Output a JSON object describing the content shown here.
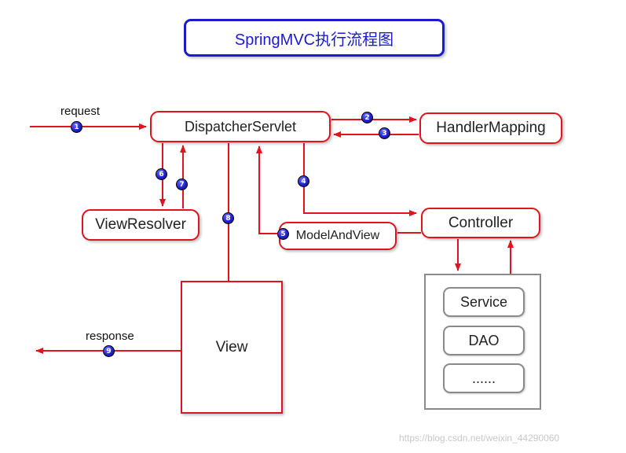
{
  "title": "SpringMVC执行流程图",
  "nodes": {
    "dispatcher": "DispatcherServlet",
    "handler_mapping": "HandlerMapping",
    "view_resolver": "ViewResolver",
    "model_and_view": "ModelAndView",
    "controller": "Controller",
    "view": "View",
    "service": "Service",
    "dao": "DAO",
    "more": "......"
  },
  "labels": {
    "request": "request",
    "response": "response"
  },
  "steps": [
    "1",
    "2",
    "3",
    "4",
    "5",
    "6",
    "7",
    "8",
    "9"
  ],
  "colors": {
    "arrow": "#e0141e",
    "title": "#1a1ad0",
    "badge": "#2222d0"
  },
  "watermark": "https://blog.csdn.net/weixin_44290060"
}
